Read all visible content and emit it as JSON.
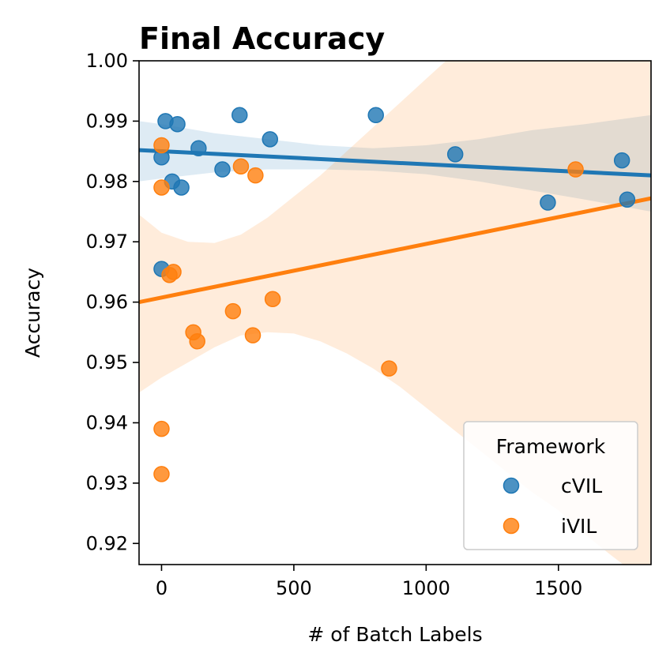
{
  "chart_data": {
    "type": "scatter",
    "title": "Final Accuracy",
    "xlabel": "# of Batch Labels",
    "ylabel": "Accuracy",
    "xlim": [
      -85,
      1850
    ],
    "ylim": [
      0.9165,
      1.0
    ],
    "xticks": [
      0,
      500,
      1000,
      1500
    ],
    "yticks": [
      0.92,
      0.93,
      0.94,
      0.95,
      0.96,
      0.97,
      0.98,
      0.99,
      1.0
    ],
    "xtick_labels": [
      "0",
      "500",
      "1000",
      "1500"
    ],
    "ytick_labels": [
      "0.92",
      "0.93",
      "0.94",
      "0.95",
      "0.96",
      "0.97",
      "0.98",
      "0.99",
      "1.00"
    ],
    "grid": false,
    "legend": {
      "title": "Framework",
      "placement": "bottom-right"
    },
    "series": [
      {
        "name": "cVIL",
        "color": "#1f77b4",
        "points": [
          [
            0,
            0.984
          ],
          [
            15,
            0.99
          ],
          [
            40,
            0.98
          ],
          [
            60,
            0.9895
          ],
          [
            75,
            0.979
          ],
          [
            0,
            0.9655
          ],
          [
            140,
            0.9855
          ],
          [
            230,
            0.982
          ],
          [
            295,
            0.991
          ],
          [
            410,
            0.987
          ],
          [
            810,
            0.991
          ],
          [
            1110,
            0.9845
          ],
          [
            1460,
            0.9765
          ],
          [
            1740,
            0.9835
          ],
          [
            1760,
            0.977
          ]
        ],
        "fit": {
          "x": [
            -85,
            1850
          ],
          "y": [
            0.9852,
            0.981
          ]
        },
        "ci": {
          "x": [
            -85,
            0,
            200,
            400,
            600,
            800,
            1000,
            1200,
            1400,
            1600,
            1850
          ],
          "lower": [
            0.98,
            0.9805,
            0.9815,
            0.982,
            0.982,
            0.9818,
            0.9812,
            0.98,
            0.9785,
            0.977,
            0.975
          ],
          "upper": [
            0.99,
            0.9895,
            0.988,
            0.987,
            0.986,
            0.9855,
            0.986,
            0.987,
            0.9885,
            0.9895,
            0.991
          ]
        }
      },
      {
        "name": "iVIL",
        "color": "#ff7f0e",
        "points": [
          [
            0,
            0.986
          ],
          [
            0,
            0.979
          ],
          [
            30,
            0.9645
          ],
          [
            45,
            0.965
          ],
          [
            120,
            0.955
          ],
          [
            135,
            0.9535
          ],
          [
            0,
            0.939
          ],
          [
            0,
            0.9315
          ],
          [
            270,
            0.9585
          ],
          [
            300,
            0.9825
          ],
          [
            345,
            0.9545
          ],
          [
            355,
            0.981
          ],
          [
            420,
            0.9605
          ],
          [
            860,
            0.949
          ],
          [
            1565,
            0.982
          ]
        ],
        "fit": {
          "x": [
            -85,
            1850
          ],
          "y": [
            0.96,
            0.9772
          ]
        },
        "ci": {
          "x": [
            -85,
            0,
            100,
            200,
            300,
            400,
            500,
            600,
            700,
            800,
            900,
            1000,
            1100,
            1200,
            1300,
            1400,
            1500,
            1600,
            1700,
            1850
          ],
          "lower": [
            0.945,
            0.9475,
            0.95,
            0.9525,
            0.9545,
            0.955,
            0.9548,
            0.9535,
            0.9515,
            0.949,
            0.946,
            0.9425,
            0.939,
            0.9355,
            0.932,
            0.9285,
            0.9255,
            0.9215,
            0.918,
            0.913
          ],
          "upper": [
            0.9745,
            0.9715,
            0.97,
            0.9698,
            0.9712,
            0.974,
            0.9775,
            0.981,
            0.985,
            0.989,
            0.993,
            0.997,
            1.001,
            1.005,
            1.009,
            1.013,
            1.017,
            1.021,
            1.025,
            1.031
          ]
        }
      }
    ]
  }
}
